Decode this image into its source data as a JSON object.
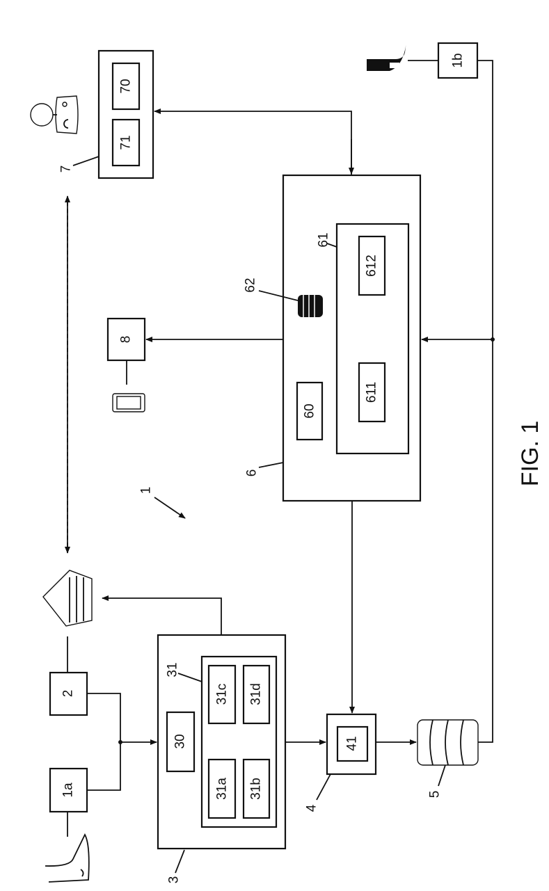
{
  "figure_title": "FIG. 1",
  "system_label": "1",
  "labels": {
    "b1a": "1a",
    "b1b": "1b",
    "b2": "2",
    "b3": "3",
    "b30": "30",
    "b31": "31",
    "b31a": "31a",
    "b31b": "31b",
    "b31c": "31c",
    "b31d": "31d",
    "b4": "4",
    "b41": "41",
    "b5": "5",
    "b6": "6",
    "b60": "60",
    "b61": "61",
    "b611": "611",
    "b612": "612",
    "b62": "62",
    "b7": "7",
    "b70": "70",
    "b71": "71",
    "b8": "8"
  },
  "icons": [
    "foot-icon",
    "boot-icon",
    "books-icon",
    "doctor-icon",
    "phone-icon",
    "database-icon"
  ]
}
